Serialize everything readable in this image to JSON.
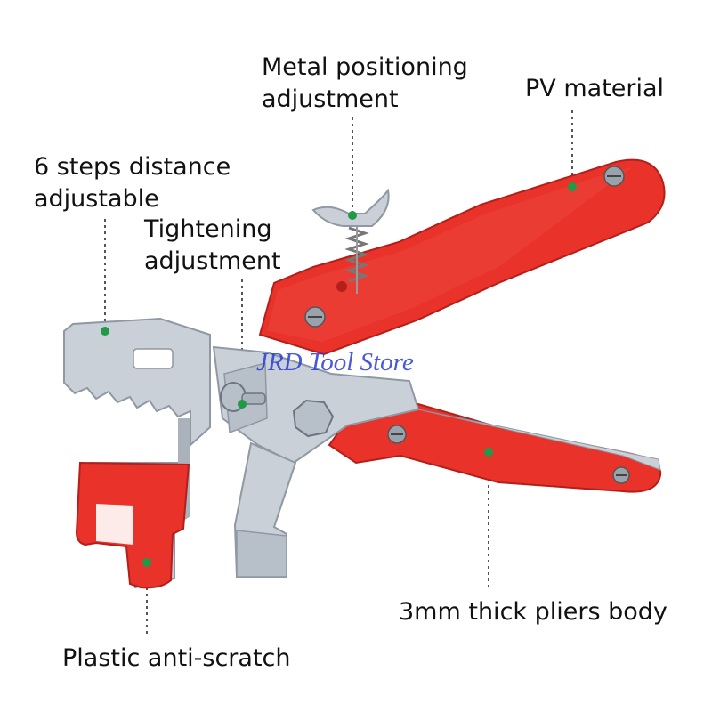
{
  "callouts": {
    "metal_positioning": {
      "line1": "Metal positioning",
      "line2": "adjustment"
    },
    "pv_material": {
      "line1": "PV material"
    },
    "six_steps": {
      "line1": "6 steps distance",
      "line2": "adjustable"
    },
    "tightening": {
      "line1": "Tightening",
      "line2": "adjustment"
    },
    "pliers_body": {
      "line1": "3mm thick pliers body"
    },
    "anti_scratch": {
      "line1": "Plastic anti-scratch"
    }
  },
  "watermark": "JRD Tool Store",
  "colors": {
    "handle_red": "#e8322a",
    "handle_shadow": "#b51f1a",
    "metal": "#c9d0d8",
    "metal_dark": "#8f98a3",
    "leader_line": "#555555",
    "dot": "#1f9a48",
    "watermark": "#2a3bd6"
  },
  "icons": [
    "wing-nut-icon",
    "spring-icon",
    "screw-icon",
    "hex-bolt-icon"
  ]
}
